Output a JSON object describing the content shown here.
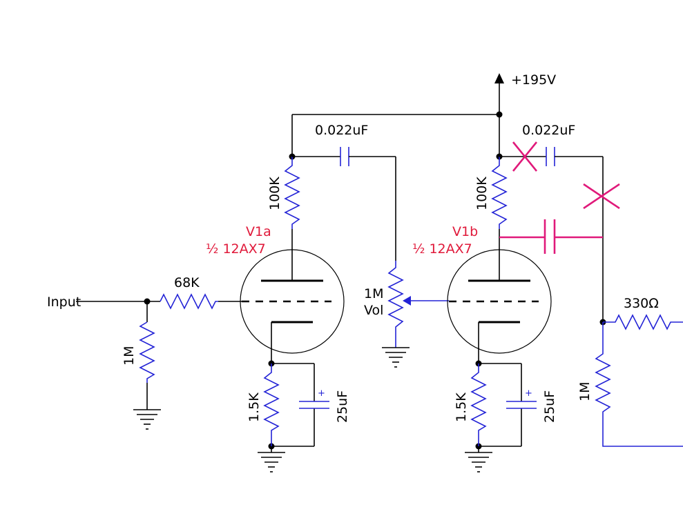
{
  "supply": {
    "label": "+195V"
  },
  "input": {
    "label": "Input"
  },
  "stage1": {
    "tube_name": "V1a",
    "tube_type": "½ 12AX7",
    "grid_resistor": "68K",
    "input_resistor": "1M",
    "plate_resistor": "100K",
    "cathode_resistor": "1.5K",
    "cathode_cap": "25uF",
    "coupling_cap": "0.022uF"
  },
  "volume": {
    "value": "1M",
    "name": "Vol"
  },
  "stage2": {
    "tube_name": "V1b",
    "tube_type": "½ 12AX7",
    "plate_resistor": "100K",
    "cathode_resistor": "1.5K",
    "cathode_cap": "25uF",
    "coupling_cap": "0.022uF"
  },
  "output": {
    "series_resistor": "330Ω",
    "grid_resistor": "1M"
  },
  "cap_polarity": "+",
  "colors": {
    "wire": "#000000",
    "component": "#2323d6",
    "annotation": "#e0197a",
    "tube_label": "#e0193a"
  }
}
